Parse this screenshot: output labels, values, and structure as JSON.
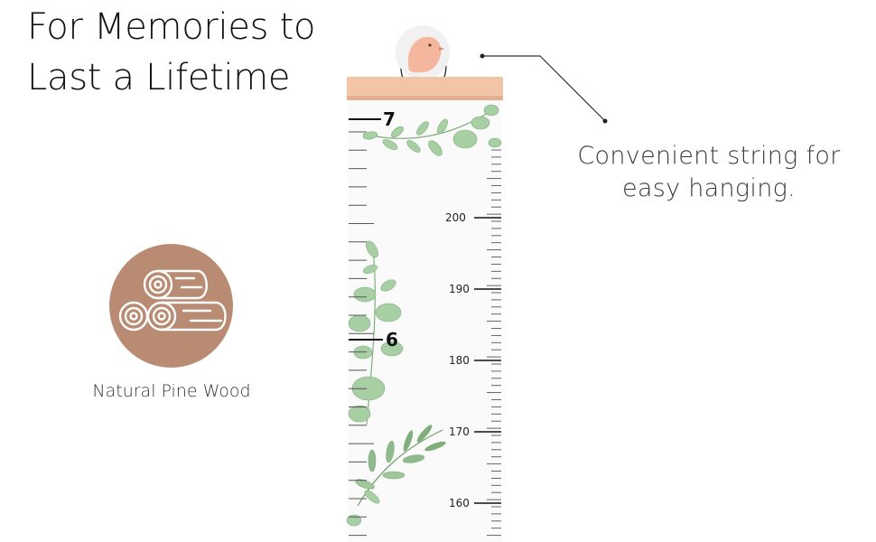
{
  "headline": {
    "line1": "For Memories to",
    "line2": "Last a Lifetime"
  },
  "callout": {
    "line1": "Convenient string for",
    "line2": "easy hanging."
  },
  "feature_badge": {
    "icon": "wood-logs-icon",
    "label": "Natural Pine Wood",
    "color": "#b98b72"
  },
  "growth_chart": {
    "hanger_color": "#f2c5a6",
    "bird_color": "#f4b79e",
    "left_scale_labels": [
      "7",
      "6"
    ],
    "right_scale_labels": [
      "200",
      "190",
      "180",
      "170",
      "160"
    ]
  }
}
